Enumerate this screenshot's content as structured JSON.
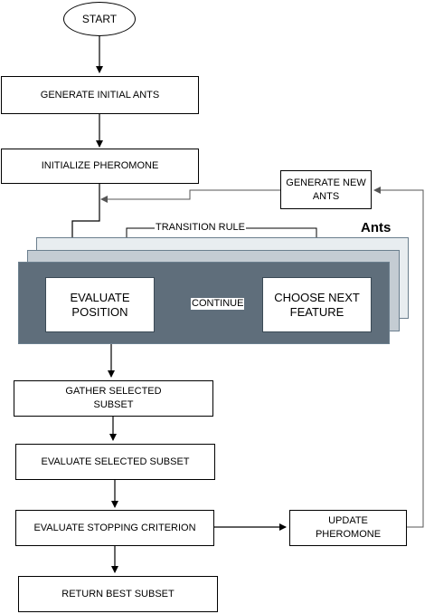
{
  "flowchart": {
    "start": "START",
    "generate_initial_ants": "GENERATE INITIAL ANTS",
    "initialize_pheromone": "INITIALIZE PHEROMONE",
    "generate_new_ants": "GENERATE NEW\nANTS",
    "ants_group_title": "Ants",
    "transition_rule": "TRANSITION RULE",
    "evaluate_position": "EVALUATE\nPOSITION",
    "continue_label": "CONTINUE",
    "choose_next_feature": "CHOOSE NEXT\nFEATURE",
    "gather_selected_subset": "GATHER SELECTED\nSUBSET",
    "evaluate_selected_subset": "EVALUATE SELECTED SUBSET",
    "evaluate_stopping_criterion": "EVALUATE STOPPING CRITERION",
    "update_pheromone": "UPDATE\nPHEROMONE",
    "return_best_subset": "RETURN BEST SUBSET"
  },
  "colors": {
    "ants_layer_back": "#e8edf0",
    "ants_layer_mid": "#c4ccd3",
    "ants_layer_front": "#5f6e7b",
    "line": "#000000",
    "feedback_line": "#555555"
  }
}
